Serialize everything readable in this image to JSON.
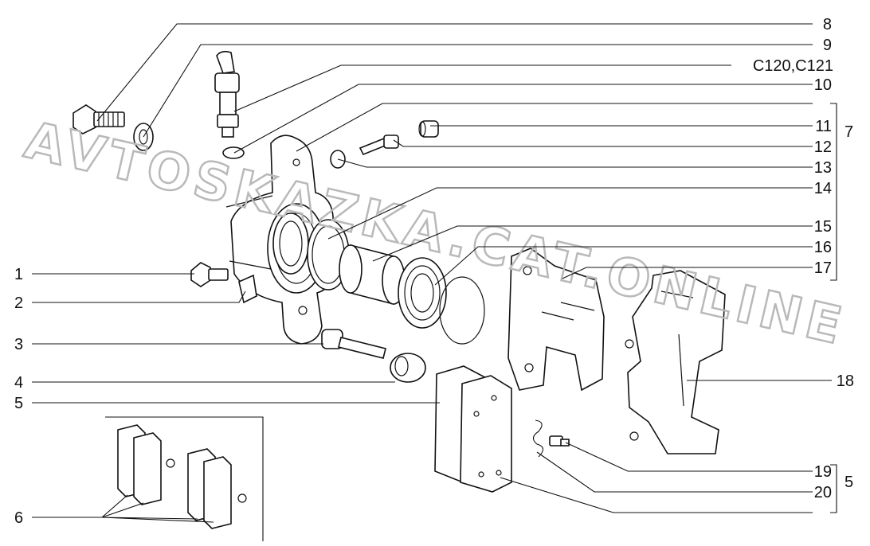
{
  "watermark": "AVTOSKAZKA.CAT.ONLINE",
  "callouts_right": [
    "8",
    "9",
    "C120,C121",
    "10",
    "11",
    "12",
    "13",
    "14",
    "15",
    "16",
    "17",
    "18",
    "19",
    "20"
  ],
  "callouts_left": [
    "1",
    "2",
    "3",
    "4",
    "5",
    "6"
  ],
  "group_labels": [
    "7",
    "5"
  ],
  "colors": {
    "ink": "#111111",
    "watermark": "#b9b9b9",
    "background": "#ffffff"
  }
}
